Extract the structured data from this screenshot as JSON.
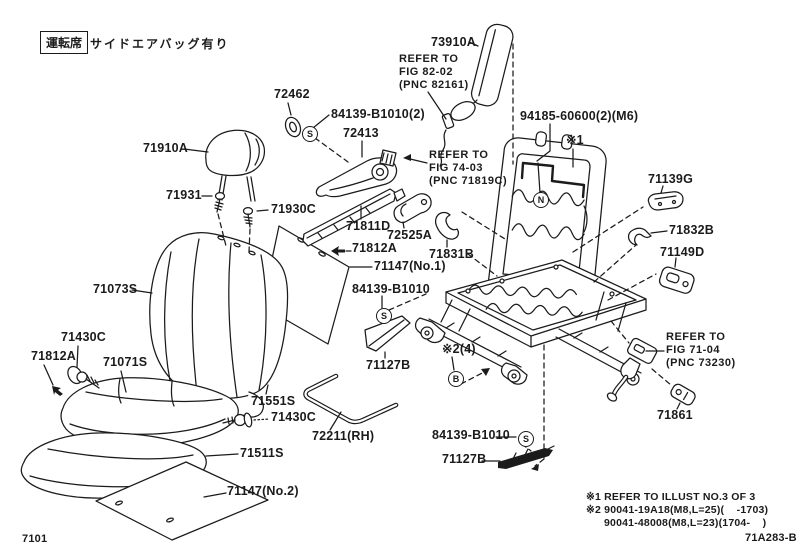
{
  "header": {
    "seat_box": "運転席",
    "airbag_note": "サイドエアバッグ有り"
  },
  "corner": {
    "figure_code": "7101",
    "drawing_code": "71A283-B"
  },
  "footnotes": {
    "line1": "※1 REFER TO ILLUST NO.3 OF 3",
    "line2": "※2 90041-19A18(M8,L=25)(    -1703)",
    "line3": "90041-48008(M8,L=23)(1704-    )"
  },
  "markers": {
    "ref1": "※1",
    "ref2": "※2(4)",
    "s": "S",
    "b": "B",
    "n": "N"
  },
  "labels": [
    {
      "name": "73910A",
      "text": "73910A"
    },
    {
      "name": "refer-fig-82-02",
      "text": "REFER TO\nFIG 82-02\n(PNC 82161)"
    },
    {
      "name": "72462",
      "text": "72462"
    },
    {
      "name": "84139-B1010-x2",
      "text": "84139-B1010(2)"
    },
    {
      "name": "72413",
      "text": "72413"
    },
    {
      "name": "refer-fig-74-03",
      "text": "REFER TO\nFIG 74-03\n(PNC 71819C)"
    },
    {
      "name": "71910A",
      "text": "71910A"
    },
    {
      "name": "94185-60600",
      "text": "94185-60600(2)(M6)"
    },
    {
      "name": "71931",
      "text": "71931"
    },
    {
      "name": "71930C",
      "text": "71930C"
    },
    {
      "name": "71139G",
      "text": "71139G"
    },
    {
      "name": "71811D",
      "text": "71811D"
    },
    {
      "name": "72525A",
      "text": "72525A"
    },
    {
      "name": "71832B",
      "text": "71832B"
    },
    {
      "name": "71812A-mid",
      "text": "71812A"
    },
    {
      "name": "71831B",
      "text": "71831B"
    },
    {
      "name": "71149D",
      "text": "71149D"
    },
    {
      "name": "71147-no1",
      "text": "71147(No.1)"
    },
    {
      "name": "71073S",
      "text": "71073S"
    },
    {
      "name": "84139-B1010-mid",
      "text": "84139-B1010"
    },
    {
      "name": "71430C-upper",
      "text": "71430C"
    },
    {
      "name": "refer-fig-71-04",
      "text": "REFER TO\nFIG 71-04\n(PNC 73230)"
    },
    {
      "name": "71812A-left",
      "text": "71812A"
    },
    {
      "name": "71071S",
      "text": "71071S"
    },
    {
      "name": "71127B-mid",
      "text": "71127B"
    },
    {
      "name": "71551S",
      "text": "71551S"
    },
    {
      "name": "71430C-lower",
      "text": "71430C"
    },
    {
      "name": "72211-RH",
      "text": "72211(RH)"
    },
    {
      "name": "71861",
      "text": "71861"
    },
    {
      "name": "71511S",
      "text": "71511S"
    },
    {
      "name": "84139-B1010-bottom",
      "text": "84139-B1010"
    },
    {
      "name": "71127B-bottom",
      "text": "71127B"
    },
    {
      "name": "71147-no2",
      "text": "71147(No.2)"
    }
  ]
}
